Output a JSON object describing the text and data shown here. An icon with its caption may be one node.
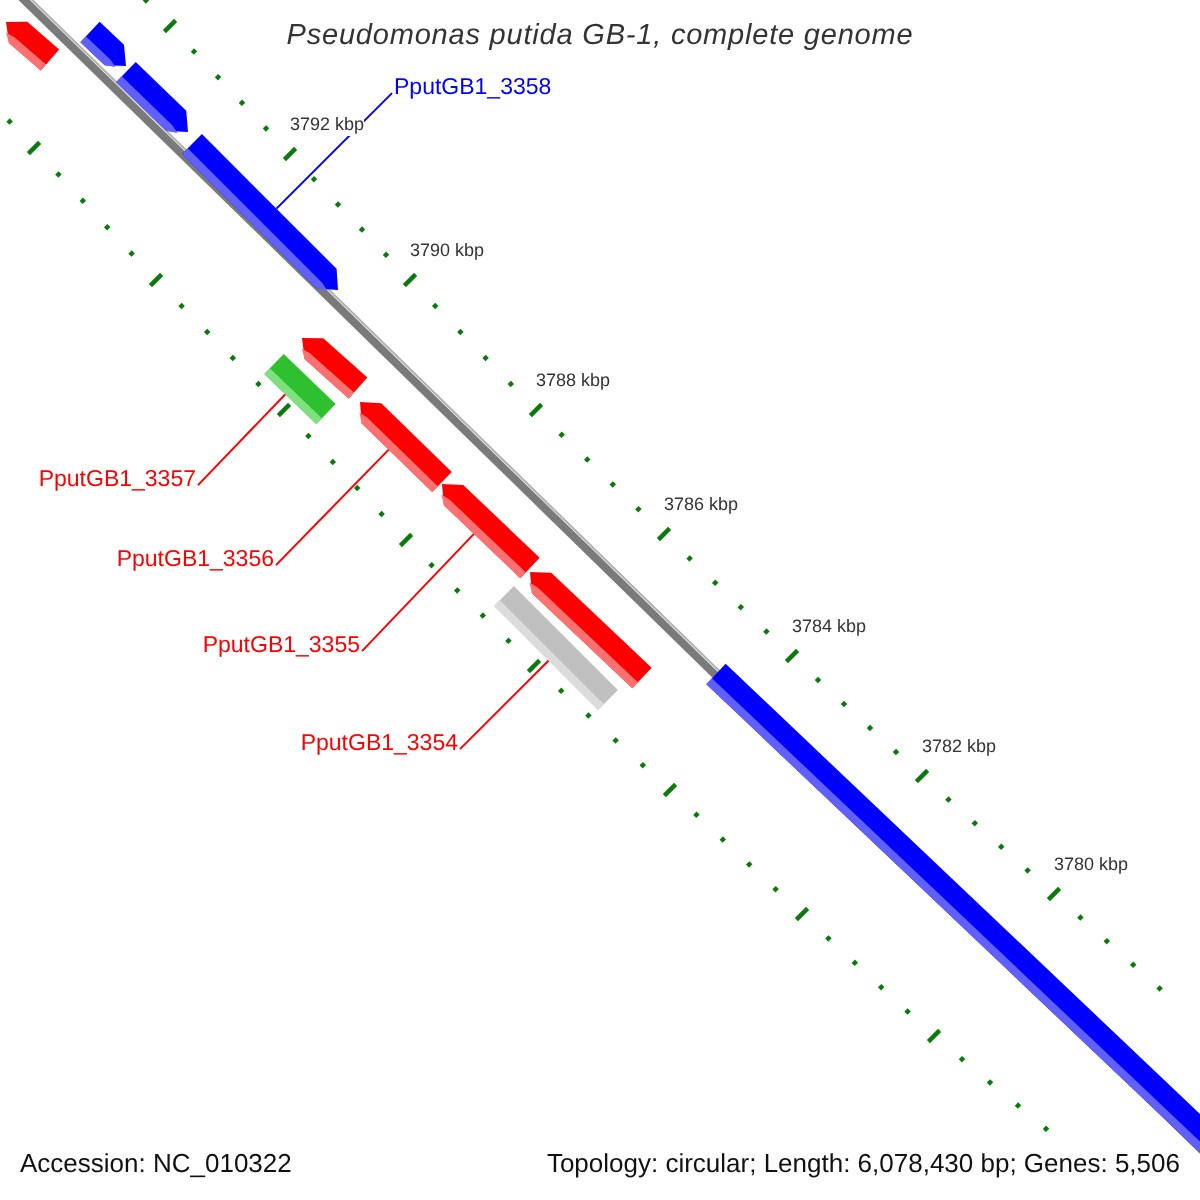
{
  "diagram": {
    "title": "Pseudomonas putida GB-1, complete genome",
    "nodes": [
      {
        "text": [],
        "shape": "arrow"
      },
      {
        "text": [],
        "shape": "arrow"
      },
      {
        "text": [
          "PputGB1_3358"
        ]
      },
      {
        "text": [],
        "shape": "arrow"
      },
      {
        "text": [],
        "shape": "arrow"
      },
      {
        "text": [],
        "shape": "arrow"
      },
      {
        "text": [],
        "shape": "bar"
      },
      {
        "text": [],
        "shape": "arrow"
      },
      {
        "text": [
          "PputGB1_3357"
        ]
      },
      {
        "text": [],
        "shape": "arrow"
      },
      {
        "text": [],
        "shape": "arrow"
      },
      {
        "text": [
          "PputGB1_3356"
        ]
      },
      {
        "text": [],
        "shape": "bar"
      },
      {
        "text": [
          "PputGB1_3355"
        ]
      },
      {
        "text": [],
        "shape": "bar"
      },
      {
        "text": [
          "PputGB1_3354"
        ]
      }
    ],
    "edges": [
      {
        "from": 2,
        "to": 4,
        "arrow": "none",
        "color": "#0000ff"
      },
      {
        "from": 8,
        "to": 6,
        "arrow": "none"
      },
      {
        "from": 11,
        "to": 7,
        "arrow": "none"
      },
      {
        "from": 13,
        "to": 9,
        "arrow": "none"
      },
      {
        "from": 15,
        "to": 12,
        "arrow": "none"
      }
    ],
    "labels": [
      "3792 kbp",
      "3790 kbp",
      "3788 kbp",
      "3786 kbp",
      "3784 kbp",
      "3782 kbp",
      "3780 kbp",
      "Accession: NC_010322",
      "Topology: circular; Length: 6,078,430 bp; Genes: 5,506"
    ]
  }
}
